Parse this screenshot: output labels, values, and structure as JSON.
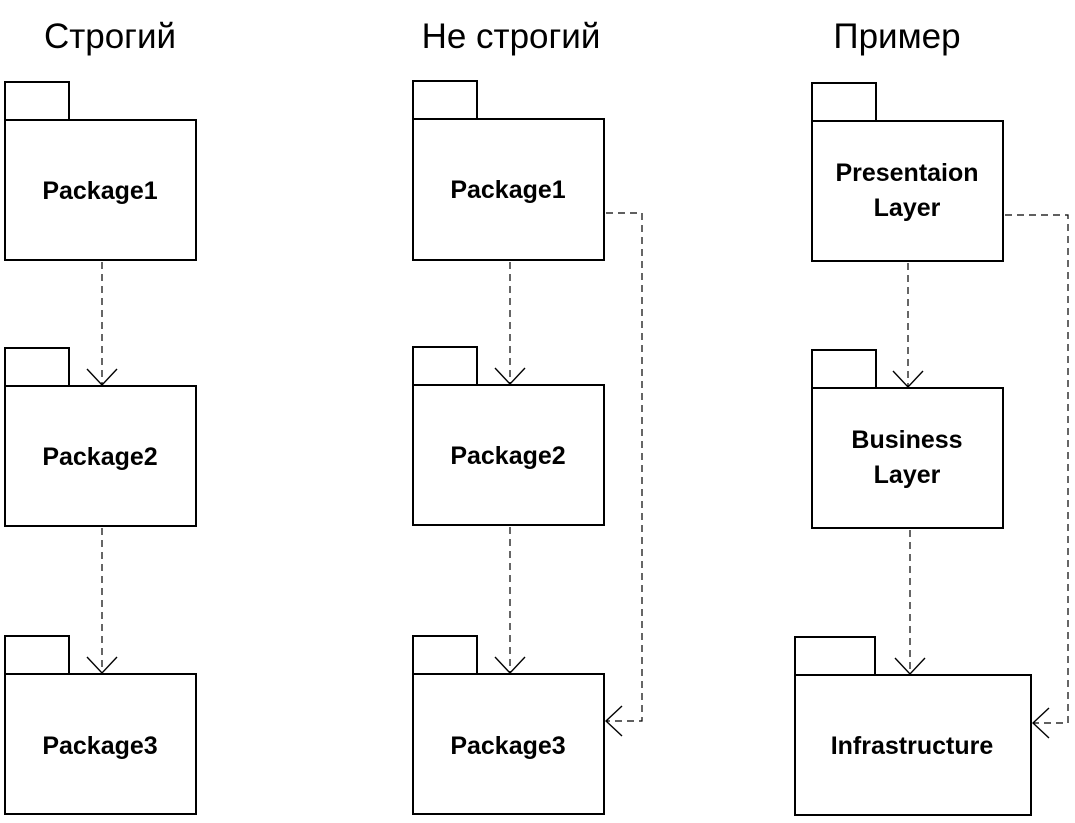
{
  "columns": [
    {
      "heading": "Строгий",
      "packages": [
        {
          "lines": [
            "Package1"
          ]
        },
        {
          "lines": [
            "Package2"
          ]
        },
        {
          "lines": [
            "Package3"
          ]
        }
      ]
    },
    {
      "heading": "Не строгий",
      "packages": [
        {
          "lines": [
            "Package1"
          ]
        },
        {
          "lines": [
            "Package2"
          ]
        },
        {
          "lines": [
            "Package3"
          ]
        }
      ]
    },
    {
      "heading": "Пример",
      "packages": [
        {
          "lines": [
            "Presentaion",
            "Layer"
          ]
        },
        {
          "lines": [
            "Business",
            "Layer"
          ]
        },
        {
          "lines": [
            "Infrastructure"
          ]
        }
      ]
    }
  ],
  "dependencies": [
    {
      "column": 0,
      "from": 0,
      "to": 1
    },
    {
      "column": 0,
      "from": 1,
      "to": 2
    },
    {
      "column": 1,
      "from": 0,
      "to": 1
    },
    {
      "column": 1,
      "from": 1,
      "to": 2
    },
    {
      "column": 1,
      "from": 0,
      "to": 2
    },
    {
      "column": 2,
      "from": 0,
      "to": 1
    },
    {
      "column": 2,
      "from": 1,
      "to": 2
    },
    {
      "column": 2,
      "from": 0,
      "to": 2
    }
  ]
}
